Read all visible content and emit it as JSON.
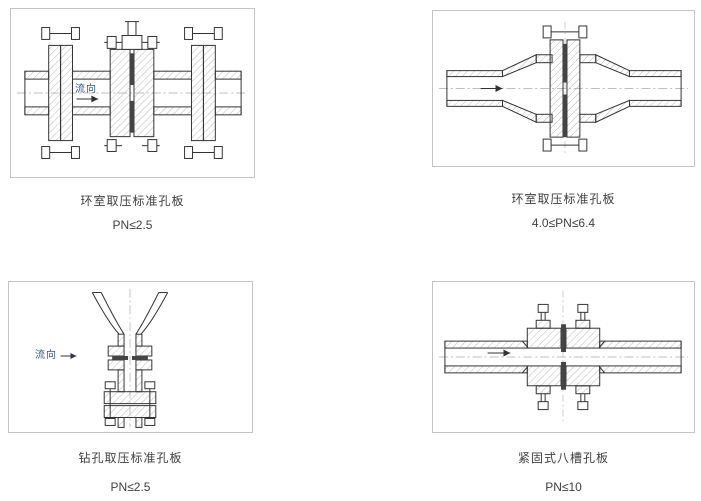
{
  "page": {
    "background": "#ffffff",
    "colors": {
      "line": "#333333",
      "hatch": "#999999",
      "caption_text": "#404040",
      "flow_label_text": "#33558c",
      "panel_border": "#c4c4c4"
    }
  },
  "figures": [
    {
      "caption": "环室取压标准孔板",
      "rating": "PN≤2.5",
      "flow_label": "流向"
    },
    {
      "caption": "环室取压标准孔板",
      "rating": "4.0≤PN≤6.4"
    },
    {
      "caption": "钻孔取压标准孔板",
      "rating": "PN≤2.5",
      "flow_label": "流向"
    },
    {
      "caption": "紧固式八槽孔板",
      "rating": "PN≤10"
    }
  ]
}
